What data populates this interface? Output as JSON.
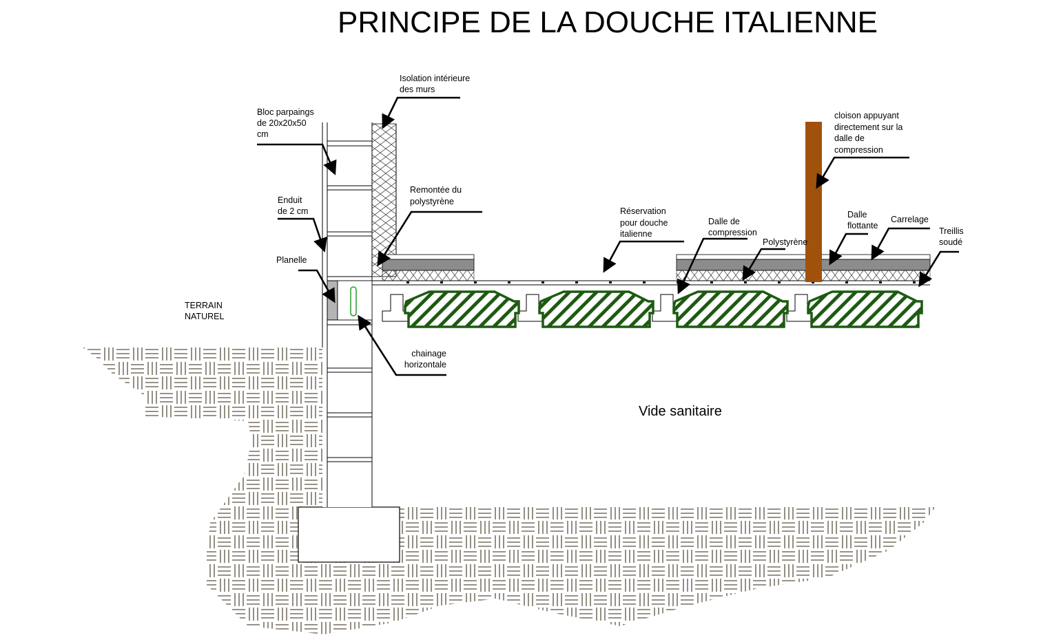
{
  "title": "PRINCIPE DE LA DOUCHE ITALIENNE",
  "labels": {
    "isolation": [
      "Isolation intérieure",
      "des murs"
    ],
    "bloc": [
      "Bloc parpaings",
      "de 20x20x50",
      "cm"
    ],
    "enduit": [
      "Enduit",
      "de 2 cm"
    ],
    "remontee": [
      "Remontée du",
      "polystyrène"
    ],
    "planelle": [
      "Planelle"
    ],
    "terrain": [
      "TERRAIN",
      "NATUREL"
    ],
    "chainage": [
      "chainage",
      "horizontale"
    ],
    "reservation": [
      "Réservation",
      "pour douche",
      "italienne"
    ],
    "dalle_compression": [
      "Dalle de",
      "compression"
    ],
    "polystyrene": [
      "Polystyrène"
    ],
    "cloison": [
      "cloison appuyant",
      "directement sur la",
      "dalle de",
      "compression"
    ],
    "dalle_flottante": [
      "Dalle",
      "flottante"
    ],
    "carrelage": [
      "Carrelage"
    ],
    "treillis": [
      "Treillis",
      "soudé"
    ],
    "vide": [
      "Vide sanitaire"
    ]
  },
  "colors": {
    "hourdis_green": "#1e5a12",
    "cloison_brown": "#a0520a",
    "dalle_gray": "#8c8c8c",
    "planelle_gray": "#b4b4b4",
    "soil_line": "#5a5040"
  }
}
